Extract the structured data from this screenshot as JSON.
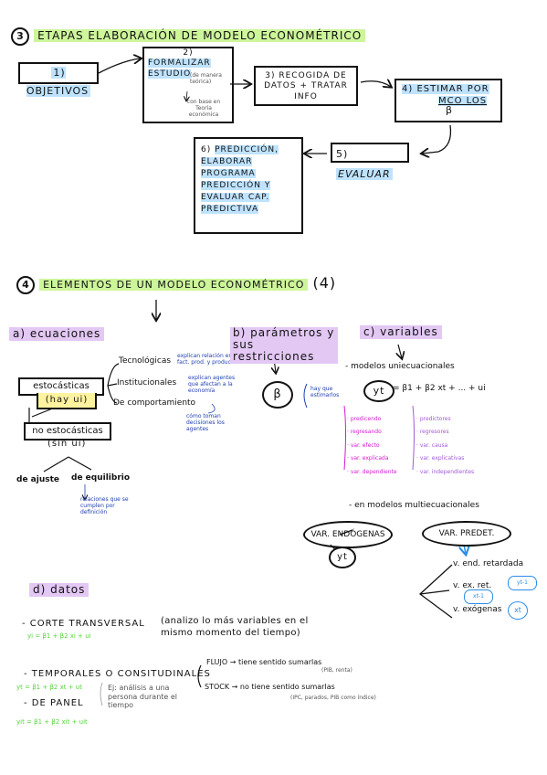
{
  "s3": {
    "num": "3",
    "title": "ETAPAS ELABORACIÓN DE MODELO ECONOMÉTRICO",
    "b1": "1) OBJETIVOS",
    "b2_num": "2)",
    "b2_l1": "FORMALIZAR",
    "b2_l2": "ESTUDIO",
    "b2_note1": "(de manera teórica)",
    "b2_note2": "con base en Teoría económica",
    "b3": "3) RECOGIDA DE DATOS + TRATAR INFO",
    "b4_l1": "4) ESTIMAR POR",
    "b4_l2": "MCO LOS",
    "b4_beta": "β",
    "b5_num": "5)",
    "b5": "EVALUAR",
    "b6_num": "6)",
    "b6_l1": "PREDICCIÓN,",
    "b6_l2": "ELABORAR",
    "b6_l3": "PROGRAMA",
    "b6_l4": "PREDICCIÓN Y",
    "b6_l5": "EVALUAR CAP.",
    "b6_l6": "PREDICTIVA"
  },
  "s4": {
    "num": "4",
    "title": "ELEMENTOS DE UN MODELO ECONOMÉTRICO",
    "title_suffix": "(4)",
    "a_title": "a) ecuaciones",
    "estoc": "estocásticas",
    "hay_u": "(hay ui)",
    "no_estoc": "no estocásticas",
    "sin_u": "(sin ui)",
    "tecno": "Tecnológicas",
    "tecno_note": "explican relación entre fact. prod. y producción",
    "inst": "Institucionales",
    "inst_note": "explican agentes que afectan a la economía",
    "comp": "De comportamiento",
    "comp_note": "cómo toman decisiones los agentes",
    "ajuste": "de ajuste",
    "equilibrio": "de equilibrio",
    "equil_note": "relaciones que se cumplen por definición",
    "b_title_l1": "b) parámetros y sus",
    "b_title_l2": "restricciones",
    "b_beta": "β",
    "b_note": "hay que estimarlos",
    "c_title": "c) variables",
    "uni": "- modelos uniecuacionales",
    "yt": "yt",
    "eq": "= β1 + β2 xt + ... + ui",
    "pink_list": [
      "· predicendo",
      "· regresando",
      "· var. efecto",
      "· var. explicada",
      "· var. dependiente"
    ],
    "violet_list": [
      "· predictores",
      "· regresores",
      "· var. causa",
      "· var. explicativas",
      "· var. independientes"
    ],
    "multi": "- en modelos multiecuacionales",
    "endog": "VAR. ENDÓGENAS",
    "yt2": "yt",
    "predet": "VAR. PREDET.",
    "v_end": "v. end. retardada",
    "v_ex": "v. ex. ret.",
    "v_exog": "v. exógenas",
    "yt1": "yt-1",
    "xt1": "xt-1",
    "xt": "xt",
    "d_title": "d) datos",
    "corte": "- CORTE TRANSVERSAL",
    "corte_note": "(analizo lo más variables en el mismo momento del tiempo)",
    "corte_eq": "yi = β1 + β2 xi + ui",
    "temp": "- TEMPORALES O CONSITUDINALES",
    "temp_eq": "yt = β1 + β2 xt + ut",
    "temp_note": "Ej: análisis a una persona durante el tiempo",
    "panel": "- DE PANEL",
    "panel_eq": "yit = β1 + β2 xit + uit",
    "flujo": "FLUJO → tiene sentido sumarlas",
    "flujo_note": "(PIB, renta)",
    "stock": "STOCK → no tiene sentido sumarlas",
    "stock_note": "(IPC, parados, PIB como índice)"
  }
}
